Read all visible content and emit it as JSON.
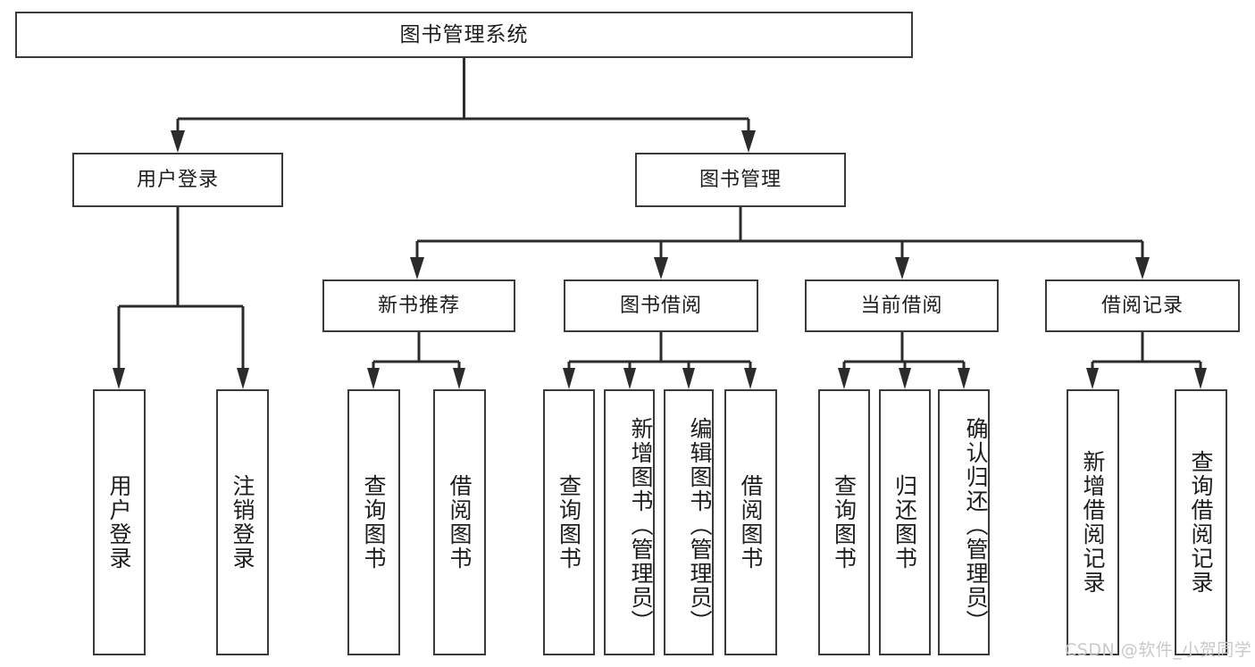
{
  "diagram": {
    "type": "tree-hierarchy-chart",
    "title": "图书管理系统",
    "orientation": "top-down",
    "colors": {
      "box_border": "#3a3a3a",
      "box_fill": "#ffffff",
      "connector": "#2b2b2b",
      "text": "#1d1d1d",
      "watermark": "#c9c9c9"
    },
    "root": {
      "label": "图书管理系统"
    },
    "level2": [
      {
        "id": "user-login",
        "label": "用户登录"
      },
      {
        "id": "book-management",
        "label": "图书管理"
      }
    ],
    "level3": [
      {
        "id": "new-book-recommend",
        "label": "新书推荐"
      },
      {
        "id": "book-borrow",
        "label": "图书借阅"
      },
      {
        "id": "current-borrow",
        "label": "当前借阅"
      },
      {
        "id": "borrow-record",
        "label": "借阅记录"
      }
    ],
    "leaves": {
      "user_login": [
        {
          "id": "leaf-user-login",
          "label": "用户登录"
        },
        {
          "id": "leaf-logout-login",
          "label": "注销登录"
        }
      ],
      "new_book_recommend": [
        {
          "id": "leaf-query-book-1",
          "label": "查询图书"
        },
        {
          "id": "leaf-borrow-book-1",
          "label": "借阅图书"
        }
      ],
      "book_borrow": [
        {
          "id": "leaf-query-book-2",
          "label": "查询图书"
        },
        {
          "id": "leaf-add-book",
          "label": "新增图书（管理员）"
        },
        {
          "id": "leaf-edit-book",
          "label": "编辑图书（管理员）"
        },
        {
          "id": "leaf-borrow-book-2",
          "label": "借阅图书"
        }
      ],
      "current_borrow": [
        {
          "id": "leaf-query-book-3",
          "label": "查询图书"
        },
        {
          "id": "leaf-return-book",
          "label": "归还图书"
        },
        {
          "id": "leaf-confirm-return",
          "label": "确认归还（管理员）"
        }
      ],
      "borrow_record": [
        {
          "id": "leaf-add-borrow-record",
          "label": "新增借阅记录"
        },
        {
          "id": "leaf-query-borrow-record",
          "label": "查询借阅记录"
        }
      ]
    }
  },
  "watermark": {
    "text": "CSDN @软件_小贺同学"
  }
}
